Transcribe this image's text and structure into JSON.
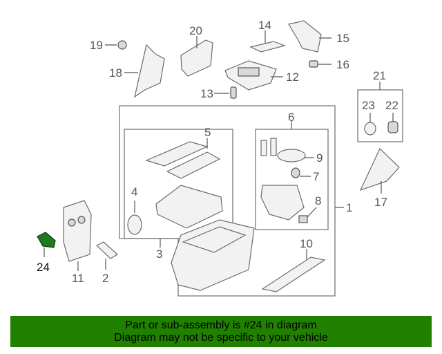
{
  "callouts": {
    "c1": "1",
    "c2": "2",
    "c3": "3",
    "c4": "4",
    "c5": "5",
    "c6": "6",
    "c7": "7",
    "c8": "8",
    "c9": "9",
    "c10": "10",
    "c11": "11",
    "c12": "12",
    "c13": "13",
    "c14": "14",
    "c15": "15",
    "c16": "16",
    "c17": "17",
    "c18": "18",
    "c19": "19",
    "c20": "20",
    "c21": "21",
    "c22": "22",
    "c23": "23",
    "c24": "24"
  },
  "highlight_part": "24",
  "colors": {
    "banner_bg": "#208000",
    "highlight": "#1f7a1f",
    "line": "#555555"
  },
  "banner": {
    "line1": "Part or sub-assembly is #24 in diagram",
    "line2": "Diagram may not be specific to your vehicle"
  }
}
